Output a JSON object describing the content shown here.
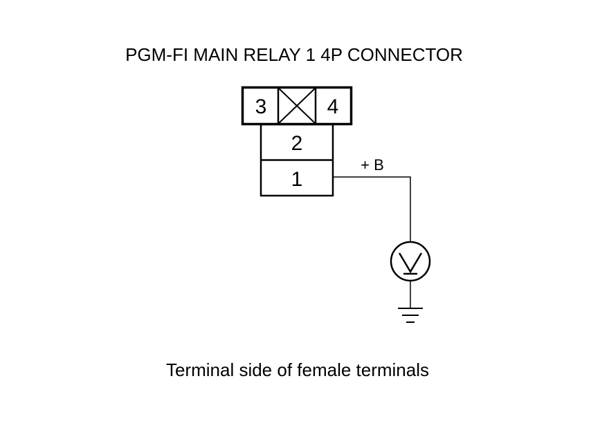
{
  "diagram": {
    "title": "PGM-FI MAIN RELAY 1 4P CONNECTOR",
    "pins": {
      "pin_3": "3",
      "pin_4": "4",
      "pin_2": "2",
      "pin_1": "1"
    },
    "supply_label": "+ B",
    "caption": "Terminal side of female terminals",
    "meter_icon": "voltmeter-icon",
    "ground_icon": "ground-icon",
    "line_color": "#000000",
    "background_color": "#ffffff"
  }
}
